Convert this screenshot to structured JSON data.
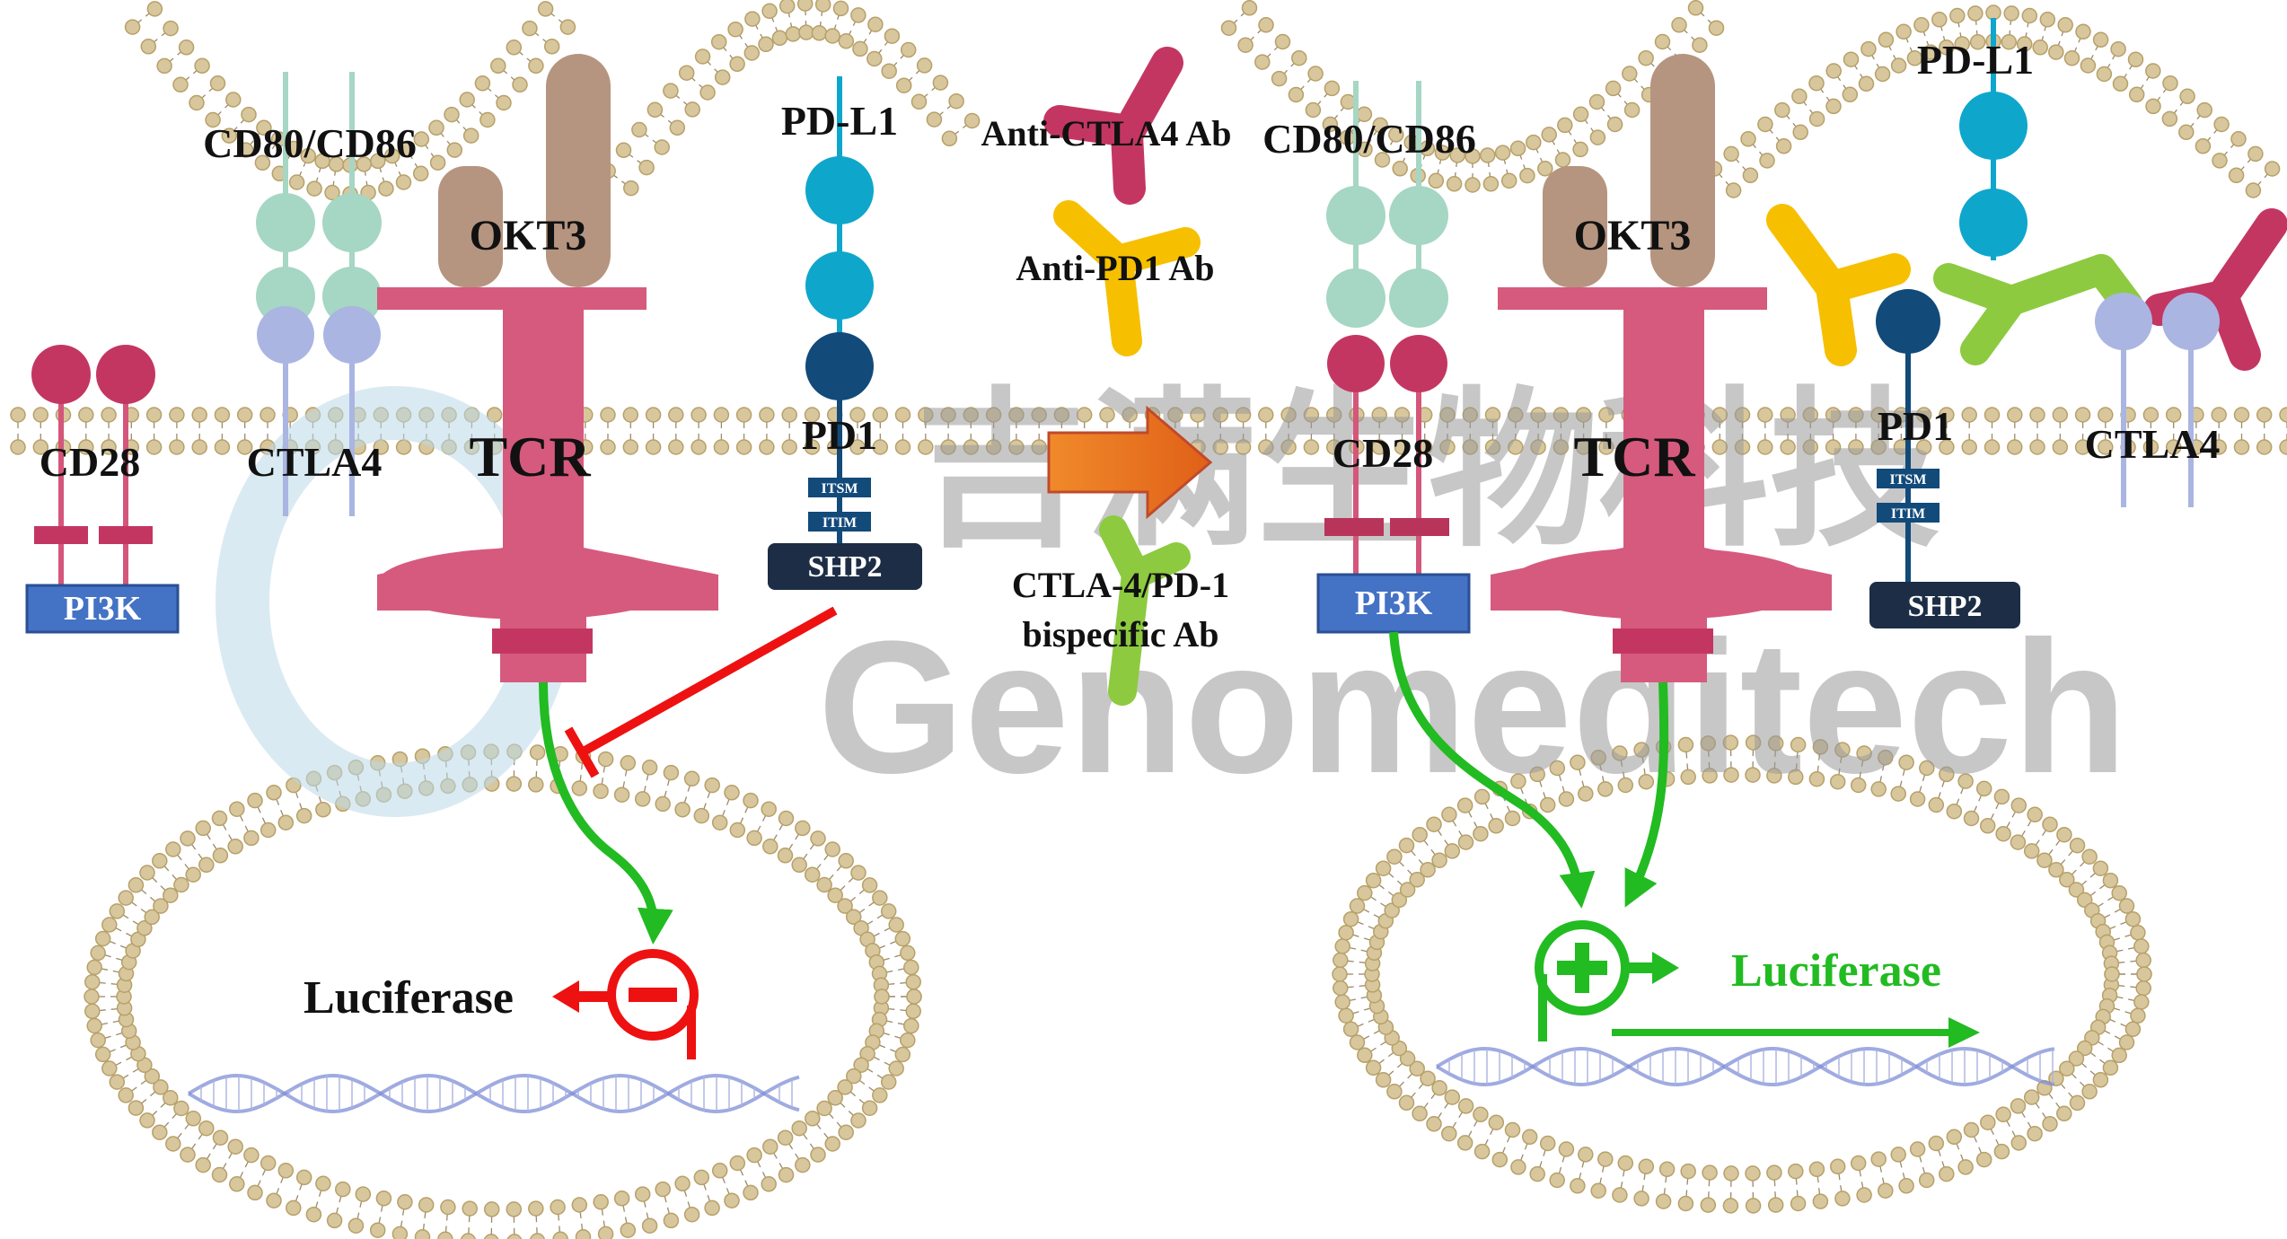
{
  "colors": {
    "lipid_head": "#d8c79c",
    "lipid_stroke": "#b7a06a",
    "receptor_pink": "#d4567b",
    "tcr_pink": "#d65a7e",
    "okt3_brown": "#b59580",
    "cd80_green": "#a6d6c4",
    "ctla4_lilac": "#aab5e2",
    "pdl1_cyan": "#0fa6cc",
    "pd1_navy": "#124a7a",
    "shp2_navy": "#1d2d45",
    "pi3k_blue": "#4472c4",
    "inhibit_red": "#ee1111",
    "activate_green": "#22bb22",
    "anti_ctla4_ab": "#c43662",
    "anti_pd1_ab": "#f6c000",
    "bispecific_ab": "#8dca40",
    "arrow_orange": "#ee7a22",
    "watermark_gray": "#c8c8c8"
  },
  "left": {
    "cd80_label": "CD80/CD86",
    "okt3_label": "OKT3",
    "pdl1_label": "PD-L1",
    "cd28_label": "CD28",
    "ctla4_label": "CTLA4",
    "tcr_label": "TCR",
    "pd1_label": "PD1",
    "itsm_label": "ITSM",
    "itim_label": "ITIM",
    "shp2_label": "SHP2",
    "pi3k_label": "PI3K",
    "reporter_label": "Luciferase"
  },
  "middle": {
    "anti_ctla4_label": "Anti-CTLA4 Ab",
    "anti_pd1_label": "Anti-PD1 Ab",
    "bispecific_line1": "CTLA-4/PD-1",
    "bispecific_line2": "bispecific Ab"
  },
  "right": {
    "cd80_label": "CD80/CD86",
    "okt3_label": "OKT3",
    "pdl1_label": "PD-L1",
    "cd28_label": "CD28",
    "tcr_label": "TCR",
    "pd1_label": "PD1",
    "ctla4_label": "CTLA4",
    "itsm_label": "ITSM",
    "itim_label": "ITIM",
    "shp2_label": "SHP2",
    "pi3k_label": "PI3K",
    "reporter_label": "Luciferase"
  },
  "watermark": {
    "cn": "吉满生物科技",
    "en": "Genomeditech"
  }
}
